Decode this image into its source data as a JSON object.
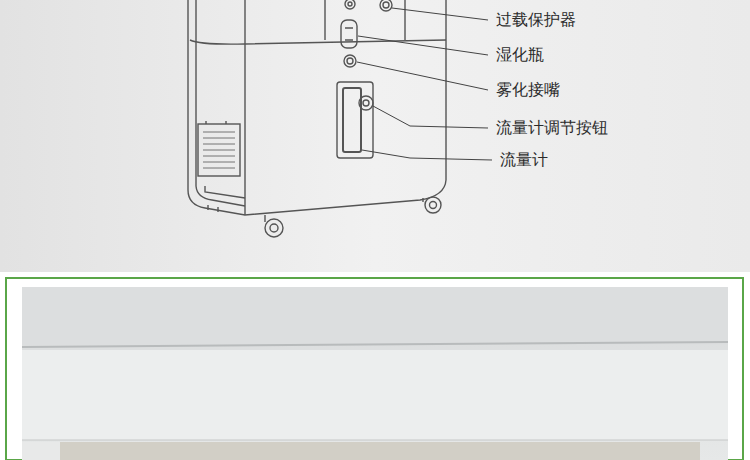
{
  "diagram": {
    "labels": [
      "过载保护器",
      "湿化瓶",
      "雾化接嘴",
      "流量计调节按钮",
      "流量计"
    ]
  }
}
